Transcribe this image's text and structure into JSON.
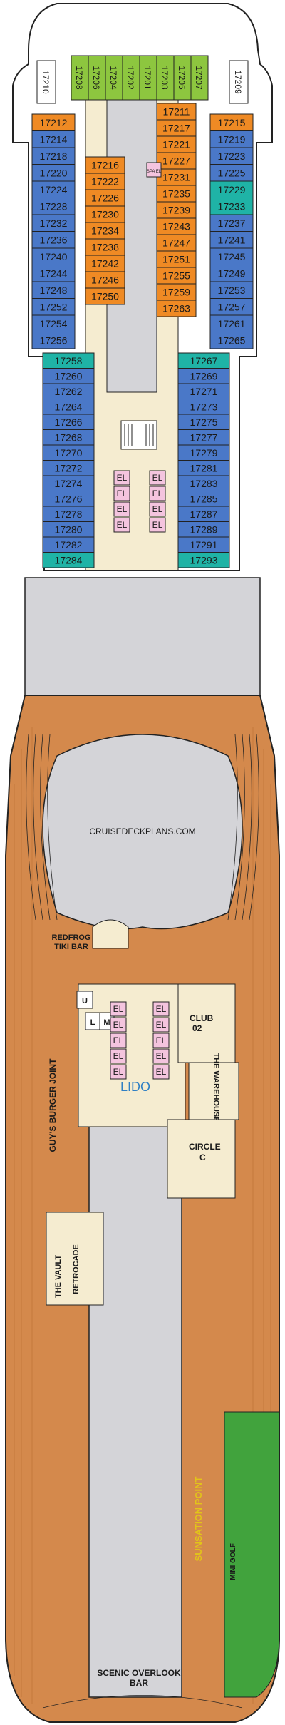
{
  "colors": {
    "outline": "#222222",
    "cabin_blue": "#4a78c8",
    "cabin_orange": "#ef8a24",
    "cabin_green": "#8dc63f",
    "cabin_teal": "#1fb3a6",
    "cabin_white": "#ffffff",
    "corridor": "#f5ecd0",
    "wood": "#d4894c",
    "wood_dark": "#b86f35",
    "gray": "#d4d4d8",
    "elevator": "#f4c4de",
    "minigolf": "#41a33d",
    "lido_text": "#2f7fc4",
    "sunsation_text": "#e2c419"
  },
  "forward_cabins": [
    {
      "no": "17210",
      "color": "white",
      "rot": true
    },
    {
      "no": "17208",
      "color": "green",
      "rot": true
    },
    {
      "no": "17206",
      "color": "green",
      "rot": true
    },
    {
      "no": "17204",
      "color": "green",
      "rot": true
    },
    {
      "no": "17202",
      "color": "green",
      "rot": true
    },
    {
      "no": "17201",
      "color": "green",
      "rot": true
    },
    {
      "no": "17203",
      "color": "green",
      "rot": true
    },
    {
      "no": "17205",
      "color": "green",
      "rot": true
    },
    {
      "no": "17207",
      "color": "green",
      "rot": true
    },
    {
      "no": "17209",
      "color": "white",
      "rot": true
    }
  ],
  "port_outer": [
    {
      "no": "17212",
      "color": "orange"
    },
    {
      "no": "17214",
      "color": "blue"
    },
    {
      "no": "17218",
      "color": "blue"
    },
    {
      "no": "17220",
      "color": "blue"
    },
    {
      "no": "17224",
      "color": "blue"
    },
    {
      "no": "17228",
      "color": "blue"
    },
    {
      "no": "17232",
      "color": "blue"
    },
    {
      "no": "17236",
      "color": "blue"
    },
    {
      "no": "17240",
      "color": "blue"
    },
    {
      "no": "17244",
      "color": "blue"
    },
    {
      "no": "17248",
      "color": "blue"
    },
    {
      "no": "17252",
      "color": "blue"
    },
    {
      "no": "17254",
      "color": "blue"
    },
    {
      "no": "17256",
      "color": "blue"
    }
  ],
  "port_inner": [
    {
      "no": "17216",
      "color": "orange"
    },
    {
      "no": "17222",
      "color": "orange"
    },
    {
      "no": "17226",
      "color": "orange"
    },
    {
      "no": "17230",
      "color": "orange"
    },
    {
      "no": "17234",
      "color": "orange"
    },
    {
      "no": "17238",
      "color": "orange"
    },
    {
      "no": "17242",
      "color": "orange"
    },
    {
      "no": "17246",
      "color": "orange"
    },
    {
      "no": "17250",
      "color": "orange"
    }
  ],
  "stbd_inner": [
    {
      "no": "17211",
      "color": "orange"
    },
    {
      "no": "17217",
      "color": "orange"
    },
    {
      "no": "17221",
      "color": "orange"
    },
    {
      "no": "17227",
      "color": "orange"
    },
    {
      "no": "17231",
      "color": "orange"
    },
    {
      "no": "17235",
      "color": "orange"
    },
    {
      "no": "17239",
      "color": "orange"
    },
    {
      "no": "17243",
      "color": "orange"
    },
    {
      "no": "17247",
      "color": "orange"
    },
    {
      "no": "17251",
      "color": "orange"
    },
    {
      "no": "17255",
      "color": "orange"
    },
    {
      "no": "17259",
      "color": "orange"
    },
    {
      "no": "17263",
      "color": "orange"
    }
  ],
  "stbd_outer": [
    {
      "no": "17215",
      "color": "orange"
    },
    {
      "no": "17219",
      "color": "blue"
    },
    {
      "no": "17223",
      "color": "blue"
    },
    {
      "no": "17225",
      "color": "blue"
    },
    {
      "no": "17229",
      "color": "teal"
    },
    {
      "no": "17233",
      "color": "teal"
    },
    {
      "no": "17237",
      "color": "blue"
    },
    {
      "no": "17241",
      "color": "blue"
    },
    {
      "no": "17245",
      "color": "blue"
    },
    {
      "no": "17249",
      "color": "blue"
    },
    {
      "no": "17253",
      "color": "blue"
    },
    {
      "no": "17257",
      "color": "blue"
    },
    {
      "no": "17261",
      "color": "blue"
    },
    {
      "no": "17265",
      "color": "blue"
    }
  ],
  "mid_port": [
    {
      "no": "17258",
      "color": "teal"
    },
    {
      "no": "17260",
      "color": "blue"
    },
    {
      "no": "17262",
      "color": "blue"
    },
    {
      "no": "17264",
      "color": "blue"
    },
    {
      "no": "17266",
      "color": "blue"
    },
    {
      "no": "17268",
      "color": "blue"
    },
    {
      "no": "17270",
      "color": "blue"
    },
    {
      "no": "17272",
      "color": "blue"
    },
    {
      "no": "17274",
      "color": "blue"
    },
    {
      "no": "17276",
      "color": "blue"
    },
    {
      "no": "17278",
      "color": "blue"
    },
    {
      "no": "17280",
      "color": "blue"
    },
    {
      "no": "17282",
      "color": "blue"
    },
    {
      "no": "17284",
      "color": "teal"
    }
  ],
  "mid_stbd": [
    {
      "no": "17267",
      "color": "teal"
    },
    {
      "no": "17269",
      "color": "blue"
    },
    {
      "no": "17271",
      "color": "blue"
    },
    {
      "no": "17273",
      "color": "blue"
    },
    {
      "no": "17275",
      "color": "blue"
    },
    {
      "no": "17277",
      "color": "blue"
    },
    {
      "no": "17279",
      "color": "blue"
    },
    {
      "no": "17281",
      "color": "blue"
    },
    {
      "no": "17283",
      "color": "blue"
    },
    {
      "no": "17285",
      "color": "blue"
    },
    {
      "no": "17287",
      "color": "blue"
    },
    {
      "no": "17289",
      "color": "blue"
    },
    {
      "no": "17291",
      "color": "blue"
    },
    {
      "no": "17293",
      "color": "teal"
    }
  ],
  "elevator_label": "EL",
  "spa_label": "SPA EL",
  "labels": {
    "watermark": "CRUISEDECKPLANS.COM",
    "redfrog": "REDFROG",
    "tiki": "TIKI BAR",
    "lido": "LIDO",
    "club": "CLUB",
    "club_no": "02",
    "warehouse": "THE WAREHOUSE",
    "circle": "CIRCLE",
    "circle_c": "C",
    "guys": "GUY'S BURGER JOINT",
    "vault": "THE VAULT",
    "retrocade": "RETROCADE",
    "sunsation": "SUNSATION POINT",
    "minigolf": "MINI GOLF",
    "scenic1": "SCENIC OVERLOOK",
    "scenic2": "BAR",
    "u": "U",
    "l": "L",
    "m": "M"
  }
}
